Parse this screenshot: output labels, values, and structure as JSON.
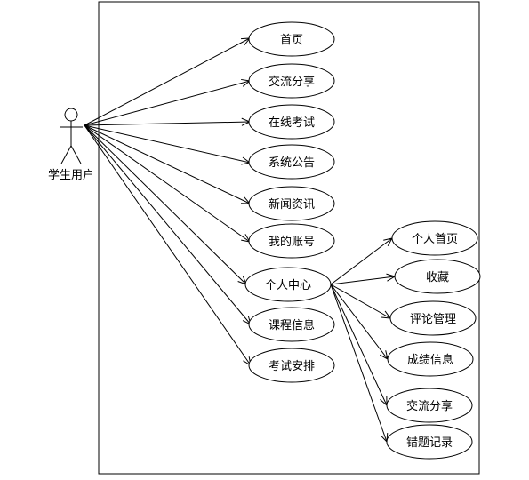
{
  "actor": {
    "label": "学生用户"
  },
  "main_use_cases": [
    {
      "id": "home",
      "label": "首页"
    },
    {
      "id": "share",
      "label": "交流分享"
    },
    {
      "id": "exam-online",
      "label": "在线考试"
    },
    {
      "id": "notice",
      "label": "系统公告"
    },
    {
      "id": "news",
      "label": "新闻资讯"
    },
    {
      "id": "account",
      "label": "我的账号"
    },
    {
      "id": "center",
      "label": "个人中心"
    },
    {
      "id": "course",
      "label": "课程信息"
    },
    {
      "id": "schedule",
      "label": "考试安排"
    }
  ],
  "center_use_cases": [
    {
      "id": "c-home",
      "label": "个人首页"
    },
    {
      "id": "c-fav",
      "label": "收藏"
    },
    {
      "id": "c-comment",
      "label": "评论管理"
    },
    {
      "id": "c-score",
      "label": "成绩信息"
    },
    {
      "id": "c-share",
      "label": "交流分享"
    },
    {
      "id": "c-wrong",
      "label": "错题记录"
    }
  ]
}
